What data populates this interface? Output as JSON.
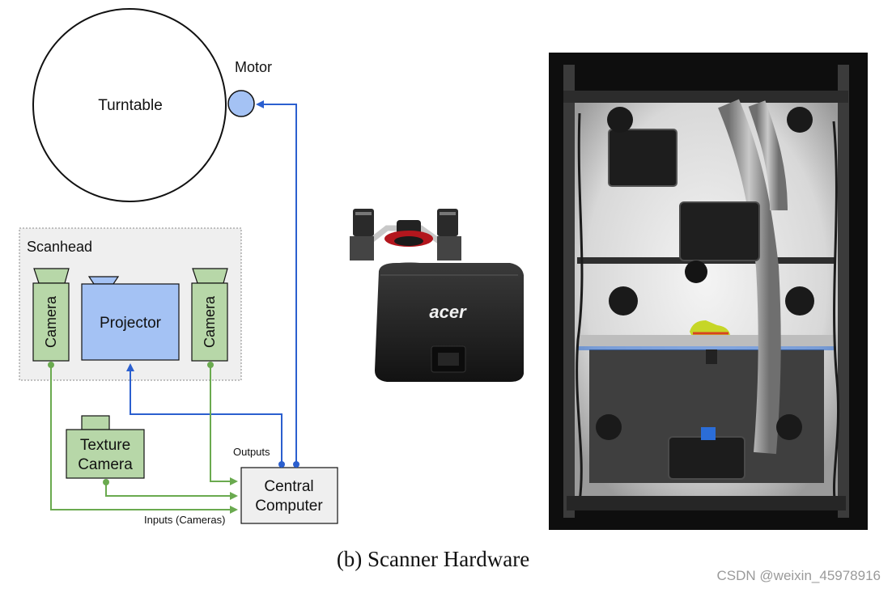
{
  "diagram": {
    "turntable": "Turntable",
    "motor": "Motor",
    "scanhead": "Scanhead",
    "camera_left": "Camera",
    "camera_right": "Camera",
    "projector": "Projector",
    "texture_camera_line1": "Texture",
    "texture_camera_line2": "Camera",
    "central_computer_line1": "Central",
    "central_computer_line2": "Computer",
    "outputs": "Outputs",
    "inputs": "Inputs (Cameras)"
  },
  "photos": {
    "projector_brand": "acer"
  },
  "caption": "(b)  Scanner Hardware",
  "watermark": "CSDN @weixin_45978916",
  "colors": {
    "output_link": "#2b5fcf",
    "input_link": "#6aaa4f",
    "camera_fill": "#b7d7a8",
    "projector_fill": "#a4c2f4",
    "scanhead_fill": "#efefef"
  }
}
